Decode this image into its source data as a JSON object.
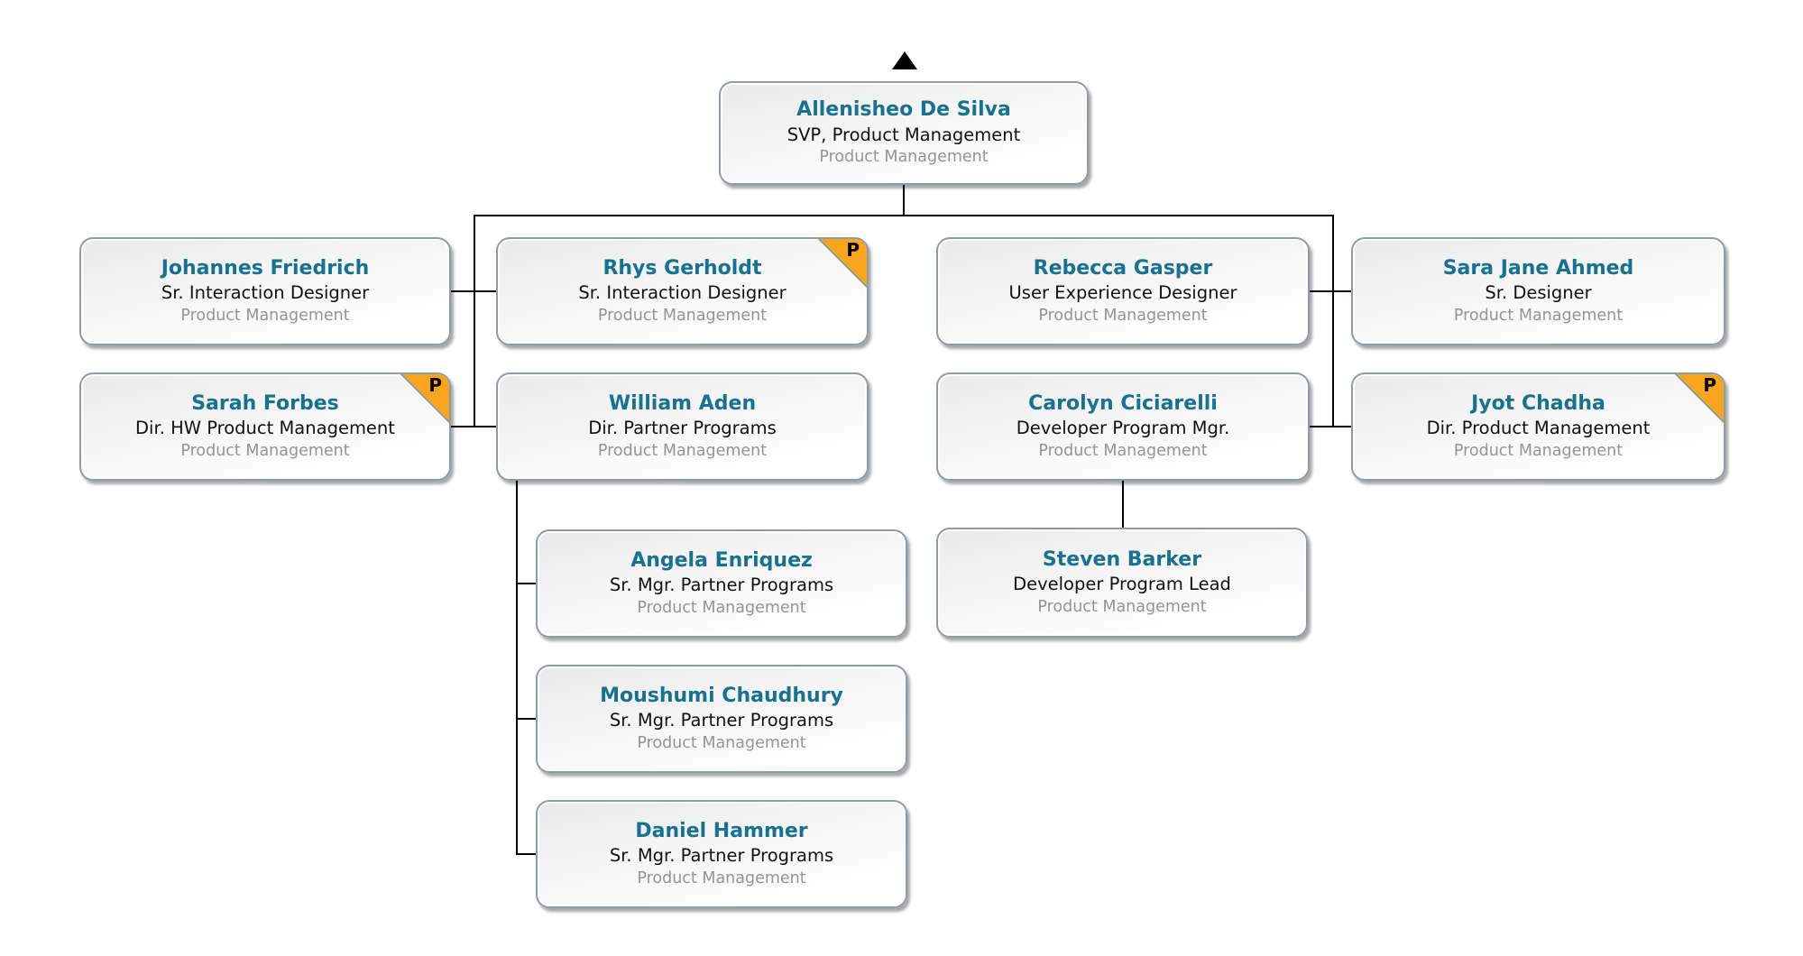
{
  "chart_title": "",
  "colors": {
    "name_color": "#17718F",
    "title_color": "#111111",
    "dept_color": "#949494",
    "card_border": "#8f9da3",
    "connector": "#000000",
    "badge_bg": "#F9A51F",
    "badge_text": "#000000",
    "page_bg": "#ffffff"
  },
  "icons": {
    "parent_up_arrow": "▲",
    "promotion_badge_triangle": "orange-corner-triangle"
  },
  "cards": [
    {
      "name": "Allenisheo De Silva",
      "title": "SVP, Product Management",
      "department": "Product Management",
      "badge": ""
    },
    {
      "name": "Johannes Friedrich",
      "title": "Sr. Interaction Designer",
      "department": "Product Management",
      "badge": ""
    },
    {
      "name": "Rhys Gerholdt",
      "title": "Sr. Interaction Designer",
      "department": "Product Management",
      "badge": "P"
    },
    {
      "name": "Rebecca Gasper",
      "title": "User Experience Designer",
      "department": "Product Management",
      "badge": ""
    },
    {
      "name": "Sara Jane Ahmed",
      "title": "Sr. Designer",
      "department": "Product Management",
      "badge": ""
    },
    {
      "name": "Sarah Forbes",
      "title": "Dir. HW Product Management",
      "department": "Product Management",
      "badge": "P"
    },
    {
      "name": "William Aden",
      "title": "Dir. Partner Programs",
      "department": "Product Management",
      "badge": ""
    },
    {
      "name": "Carolyn Ciciarelli",
      "title": "Developer Program Mgr.",
      "department": "Product Management",
      "badge": ""
    },
    {
      "name": "Jyot Chadha",
      "title": "Dir. Product Management",
      "department": "Product Management",
      "badge": "P"
    },
    {
      "name": "Angela Enriquez",
      "title": "Sr. Mgr. Partner Programs",
      "department": "Product Management",
      "badge": ""
    },
    {
      "name": "Moushumi Chaudhury",
      "title": "Sr. Mgr. Partner Programs",
      "department": "Product Management",
      "badge": ""
    },
    {
      "name": "Daniel Hammer",
      "title": "Sr. Mgr. Partner Programs",
      "department": "Product Management",
      "badge": ""
    },
    {
      "name": "Steven Barker",
      "title": "Developer Program Lead",
      "department": "Product Management",
      "badge": ""
    }
  ]
}
